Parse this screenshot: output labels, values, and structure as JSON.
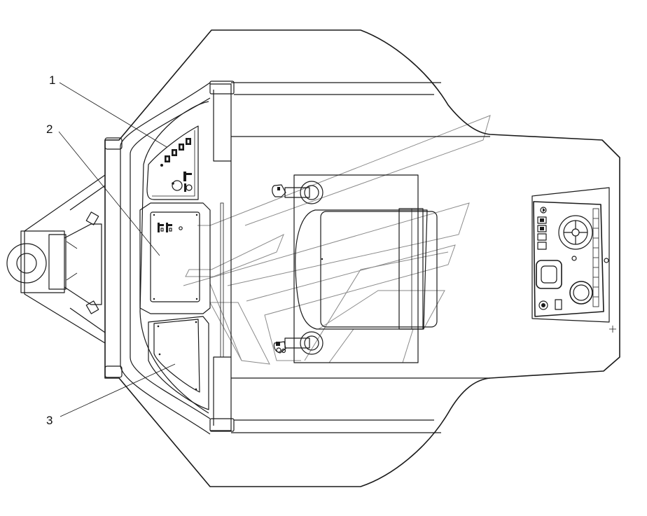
{
  "callouts": [
    {
      "id": "1",
      "label": "1"
    },
    {
      "id": "2",
      "label": "2"
    },
    {
      "id": "3",
      "label": "3"
    }
  ],
  "colors": {
    "line": "#1a1a1a",
    "watermark": "#8a8a8a",
    "background": "#ffffff"
  },
  "icons": [
    "cab-outline-icon",
    "left-joystick-icon",
    "right-joystick-icon",
    "seat-icon",
    "switch-panel-icon",
    "gauge-panel-icon",
    "storage-panel-icon",
    "side-console-icon",
    "hitch-icon",
    "watermark-logo-icon"
  ]
}
